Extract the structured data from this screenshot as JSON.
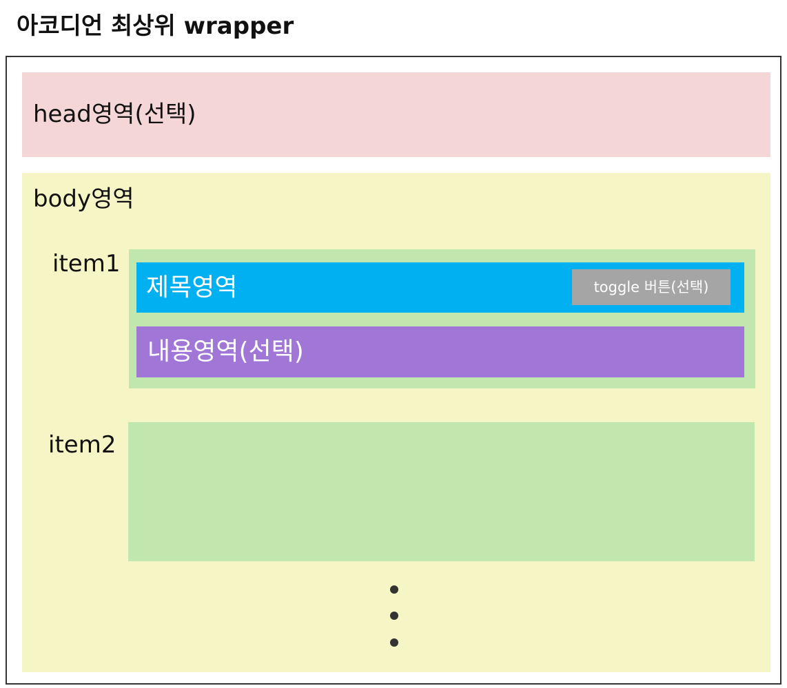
{
  "title": "아코디언 최상위 wrapper",
  "head": {
    "label": "head영역(선택)"
  },
  "body": {
    "label": "body영역"
  },
  "items": [
    {
      "label": "item1",
      "title_label": "제목영역",
      "toggle_label": "toggle 버튼(선택)",
      "content_label": "내용영역(선택)"
    },
    {
      "label": "item2"
    }
  ],
  "colors": {
    "head": "#f5d6d7",
    "body": "#f6f5c6",
    "item": "#c2e7ae",
    "title": "#00b0f0",
    "content": "#a076d6",
    "toggle": "#a5a5a5"
  }
}
